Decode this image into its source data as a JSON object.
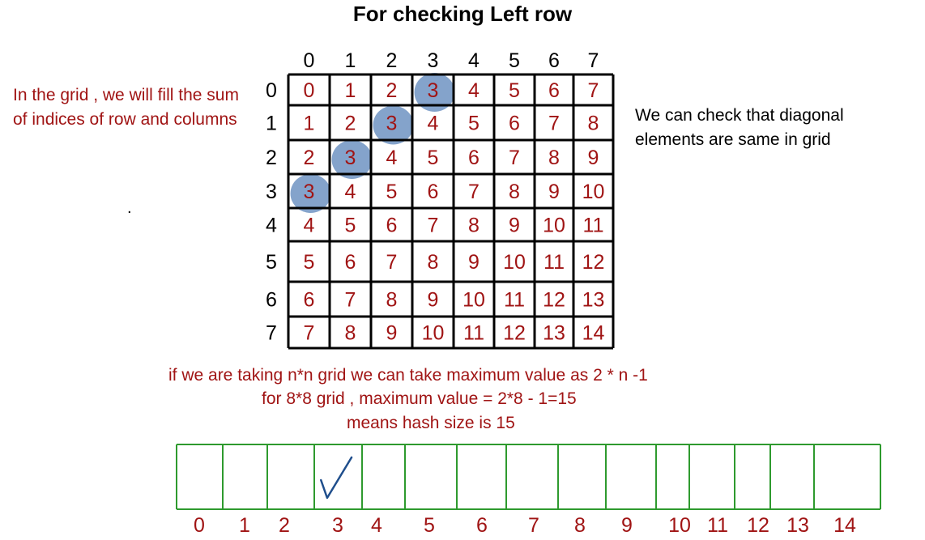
{
  "title": "For checking Left row",
  "left_note": "In the grid , we will fill the sum of indices of row and columns",
  "right_note": "We can check that  diagonal elements are same in grid",
  "stray_dot": ".",
  "grid": {
    "col_headers": [
      "0",
      "1",
      "2",
      "3",
      "4",
      "5",
      "6",
      "7"
    ],
    "row_headers": [
      "0",
      "1",
      "2",
      "3",
      "4",
      "5",
      "6",
      "7"
    ],
    "cells": [
      [
        "0",
        "1",
        "2",
        "3",
        "4",
        "5",
        "6",
        "7"
      ],
      [
        "1",
        "2",
        "3",
        "4",
        "5",
        "6",
        "7",
        "8"
      ],
      [
        "2",
        "3",
        "4",
        "5",
        "6",
        "7",
        "8",
        "9"
      ],
      [
        "3",
        "4",
        "5",
        "6",
        "7",
        "8",
        "9",
        "10"
      ],
      [
        "4",
        "5",
        "6",
        "7",
        "8",
        "9",
        "10",
        "11"
      ],
      [
        "5",
        "6",
        "7",
        "8",
        "9",
        "10",
        "11",
        "12"
      ],
      [
        "6",
        "7",
        "8",
        "9",
        "10",
        "11",
        "12",
        "13"
      ],
      [
        "7",
        "8",
        "9",
        "10",
        "11",
        "12",
        "13",
        "14"
      ]
    ],
    "highlighted_cells": [
      [
        0,
        3
      ],
      [
        1,
        2
      ],
      [
        2,
        1
      ],
      [
        3,
        0
      ]
    ],
    "highlight_color": "#6f93c2",
    "line_color": "#000000",
    "number_color": "#a01414"
  },
  "formulas": [
    "if we are taking n*n grid we can take maximum value as 2 * n -1",
    "for 8*8 grid , maximum value = 2*8 - 1=15",
    "means hash size is 15"
  ],
  "hash": {
    "labels": [
      "0",
      "1",
      "2",
      "3",
      "4",
      "5",
      "6",
      "7",
      "8",
      "9",
      "10",
      "11",
      "12",
      "13",
      "14"
    ],
    "checked_index": 3,
    "line_color": "#2e9a2e",
    "check_color": "#1f4e8c",
    "check_icon": "check-mark-icon"
  }
}
